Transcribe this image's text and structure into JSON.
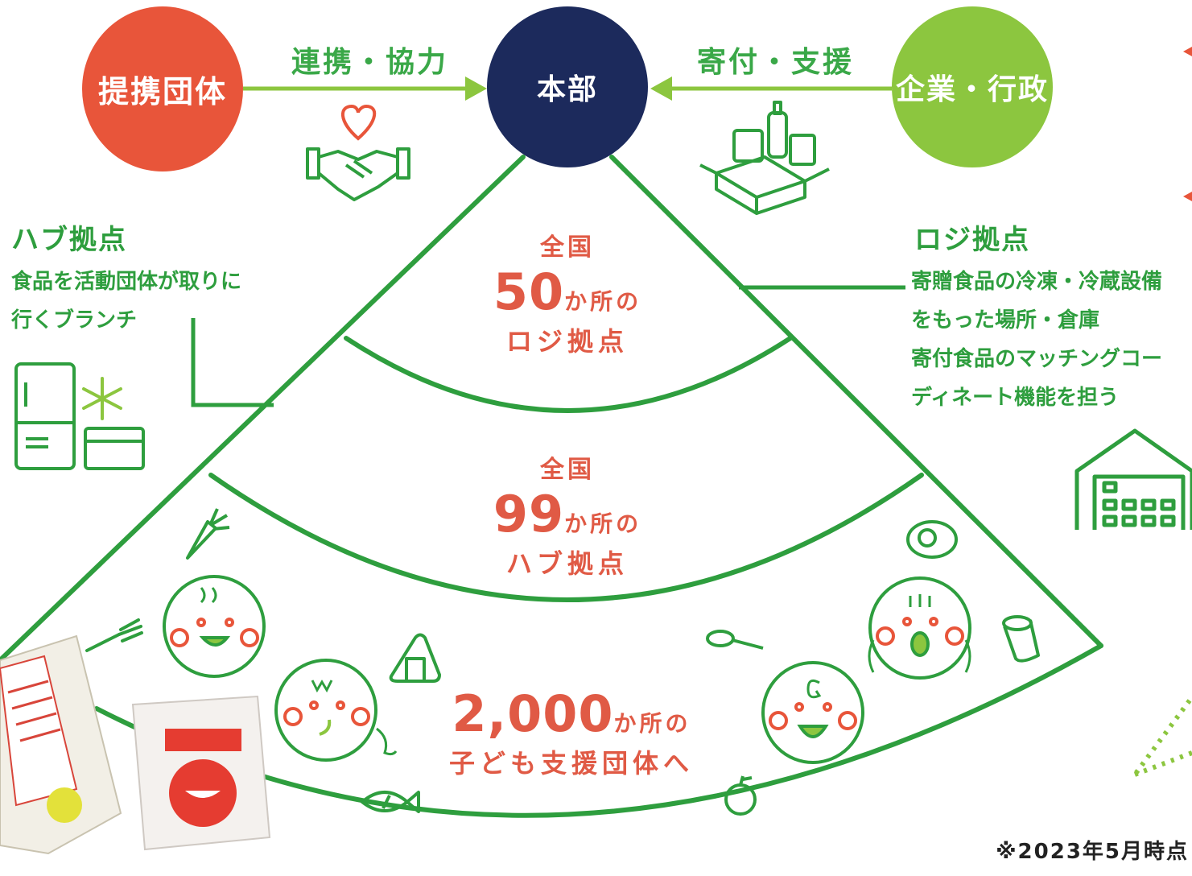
{
  "top": {
    "partner": "提携団体",
    "hq": "本部",
    "corp": "企業・行政",
    "arrow_left_label": "連携・協力",
    "arrow_right_label": "寄付・支援"
  },
  "hub": {
    "title": "ハブ拠点",
    "desc_line1": "食品を活動団体が取りに",
    "desc_line2": "行くブランチ"
  },
  "logi": {
    "title": "ロジ拠点",
    "desc_line1": "寄贈食品の冷凍・冷蔵設備",
    "desc_line2": "をもった場所・倉庫",
    "desc_line3": "寄付食品のマッチングコー",
    "desc_line4": "ディネート機能を担う"
  },
  "zones": {
    "z1": {
      "scope": "全国",
      "number": "50",
      "unit": "か所の",
      "kind": "ロジ拠点"
    },
    "z2": {
      "scope": "全国",
      "number": "99",
      "unit": "か所の",
      "kind": "ハブ拠点"
    },
    "z3": {
      "number": "2,000",
      "unit": "か所の",
      "kind": "子ども支援団体へ"
    }
  },
  "note": "※2023年5月時点",
  "colors": {
    "green_line": "#2e9e3e",
    "accent_green": "#8cc63f",
    "partner_red": "#e8553a",
    "hq_navy": "#1c2a5c",
    "number_red": "#e05a45"
  },
  "icons": [
    "handshake-icon",
    "heart-icon",
    "box-icon",
    "fridge-icon",
    "snowflake-icon",
    "warehouse-icon",
    "carrot-icon",
    "fork-icon",
    "spoon-icon",
    "onigiri-icon",
    "fish-icon",
    "apple-icon",
    "egg-icon",
    "cup-icon",
    "smiley-face-icon"
  ]
}
